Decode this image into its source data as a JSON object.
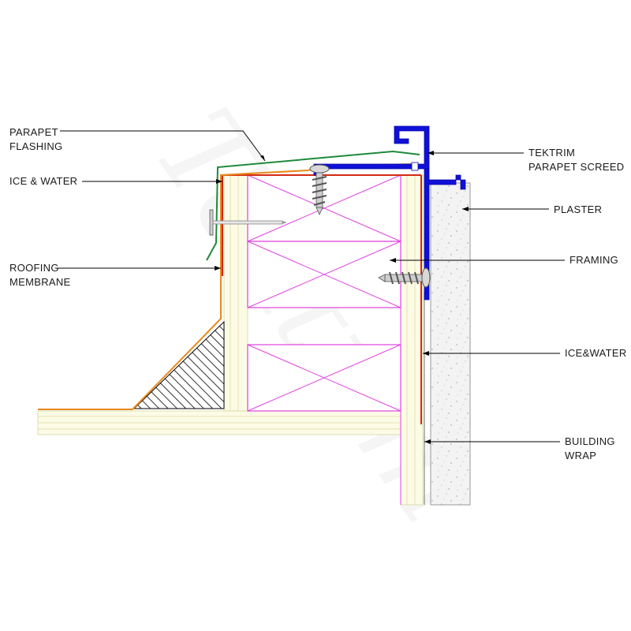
{
  "watermark": "Tektrim",
  "labels": {
    "parapet_flashing": [
      "PARAPET",
      "FLASHING"
    ],
    "ice_water_left": "ICE & WATER",
    "roofing_membrane": [
      "ROOFING",
      "MEMBRANE"
    ],
    "tektrim_screed": [
      "TEKTRIM",
      "PARAPET SCREED"
    ],
    "plaster": "PLASTER",
    "framing": "FRAMING",
    "ice_water_right": "ICE&WATER",
    "building_wrap": [
      "BUILDING",
      "WRAP"
    ]
  },
  "colors": {
    "flashing": "#1e8a3c",
    "membrane": "#e8891c",
    "ice_water": "#d42a14",
    "screed": "#1010d8",
    "framing": "#e040e0",
    "sheathing": "#f0f0a0",
    "plaster": "#f2f2f2",
    "fastener": "#7a7a7a"
  }
}
